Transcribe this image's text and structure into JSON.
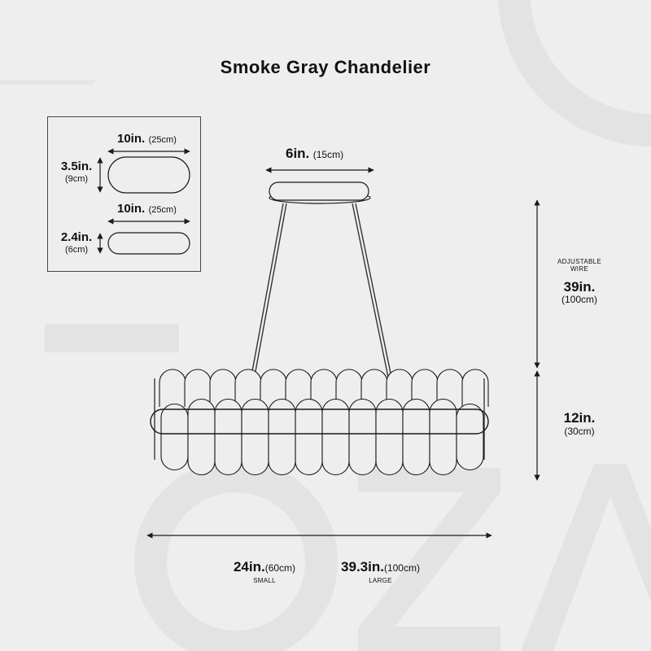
{
  "title": "Smoke Gray Chandelier",
  "watermark": "OZA",
  "colors": {
    "background": "#eeeeee",
    "watermark": "#e2e2e2",
    "line": "#1a1a1a"
  },
  "inset": {
    "large_segment": {
      "width_main": "10in.",
      "width_sub": "(25cm)",
      "height_main": "3.5in.",
      "height_sub": "(9cm)"
    },
    "small_segment": {
      "width_main": "10in.",
      "width_sub": "(25cm)",
      "height_main": "2.4in.",
      "height_sub": "(6cm)"
    }
  },
  "canopy": {
    "main": "6in.",
    "sub": "(15cm)"
  },
  "wire": {
    "note_line1": "ADJUSTABLE",
    "note_line2": "WIRE",
    "main": "39in.",
    "sub": "(100cm)"
  },
  "fixture_height": {
    "main": "12in.",
    "sub": "(30cm)"
  },
  "sizes": {
    "small": {
      "main": "24in.",
      "sub": "(60cm)",
      "name": "SMALL"
    },
    "large": {
      "main": "39.3in.",
      "sub": "(100cm)",
      "name": "LARGE"
    }
  }
}
